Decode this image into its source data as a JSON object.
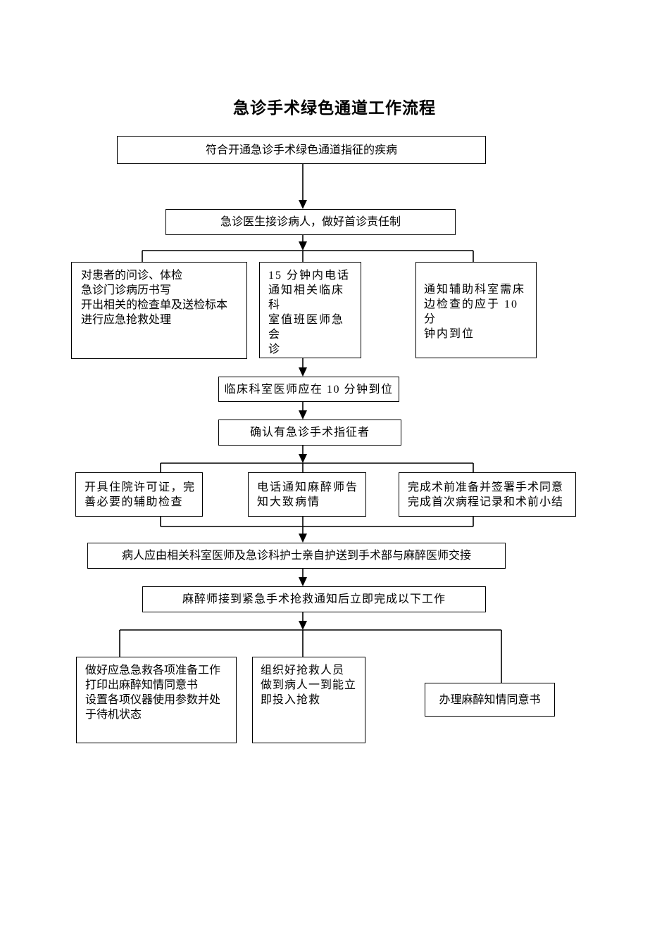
{
  "page": {
    "title": "急诊手术绿色通道工作流程",
    "colors": {
      "ink": "#000000",
      "background": "#ffffff"
    }
  },
  "flowchart": {
    "nodes": {
      "disease_indication": "符合开通急诊手术绿色通道指征的疾病",
      "reception": "急诊医生接诊病人，做好首诊责任制",
      "exam_records": [
        "对患者的问诊、体检",
        "急诊门诊病历书写",
        "开出相关的检查单及送检标本",
        "进行应急抢救处理"
      ],
      "phone_15min": [
        "15 分钟内电话",
        "通知相关临床科",
        "室值班医师急会",
        "诊"
      ],
      "notify_auxiliary": [
        "通知辅助科室需床",
        "边检查的应于 10 分",
        "钟内到位"
      ],
      "arrive_10min": "临床科室医师应在 10 分钟到位",
      "confirm_indication": "确认有急诊手术指征者",
      "admission_permit": [
        "开具住院许可证，完",
        "善必要的辅助检查"
      ],
      "phone_anesthetist": [
        "电话通知麻醉师告",
        "知大致病情"
      ],
      "preop_preparation": [
        "完成术前准备并签署手术同意",
        "完成首次病程记录和术前小结"
      ],
      "escort_handover": "病人应由相关科室医师及急诊科护士亲自护送到手术部与麻醉医师交接",
      "anesthetist_tasks": "麻醉师接到紧急手术抢救通知后立即完成以下工作",
      "rescue_preparation": [
        "做好应急急救各项准备工作",
        "打印出麻醉知情同意书",
        "设置各项仪器使用参数并处",
        "于待机状态"
      ],
      "organize_rescuers": [
        "组织好抢救人员",
        "做到病人一到能立",
        "即投入抢救"
      ],
      "consent_form": "办理麻醉知情同意书"
    }
  }
}
